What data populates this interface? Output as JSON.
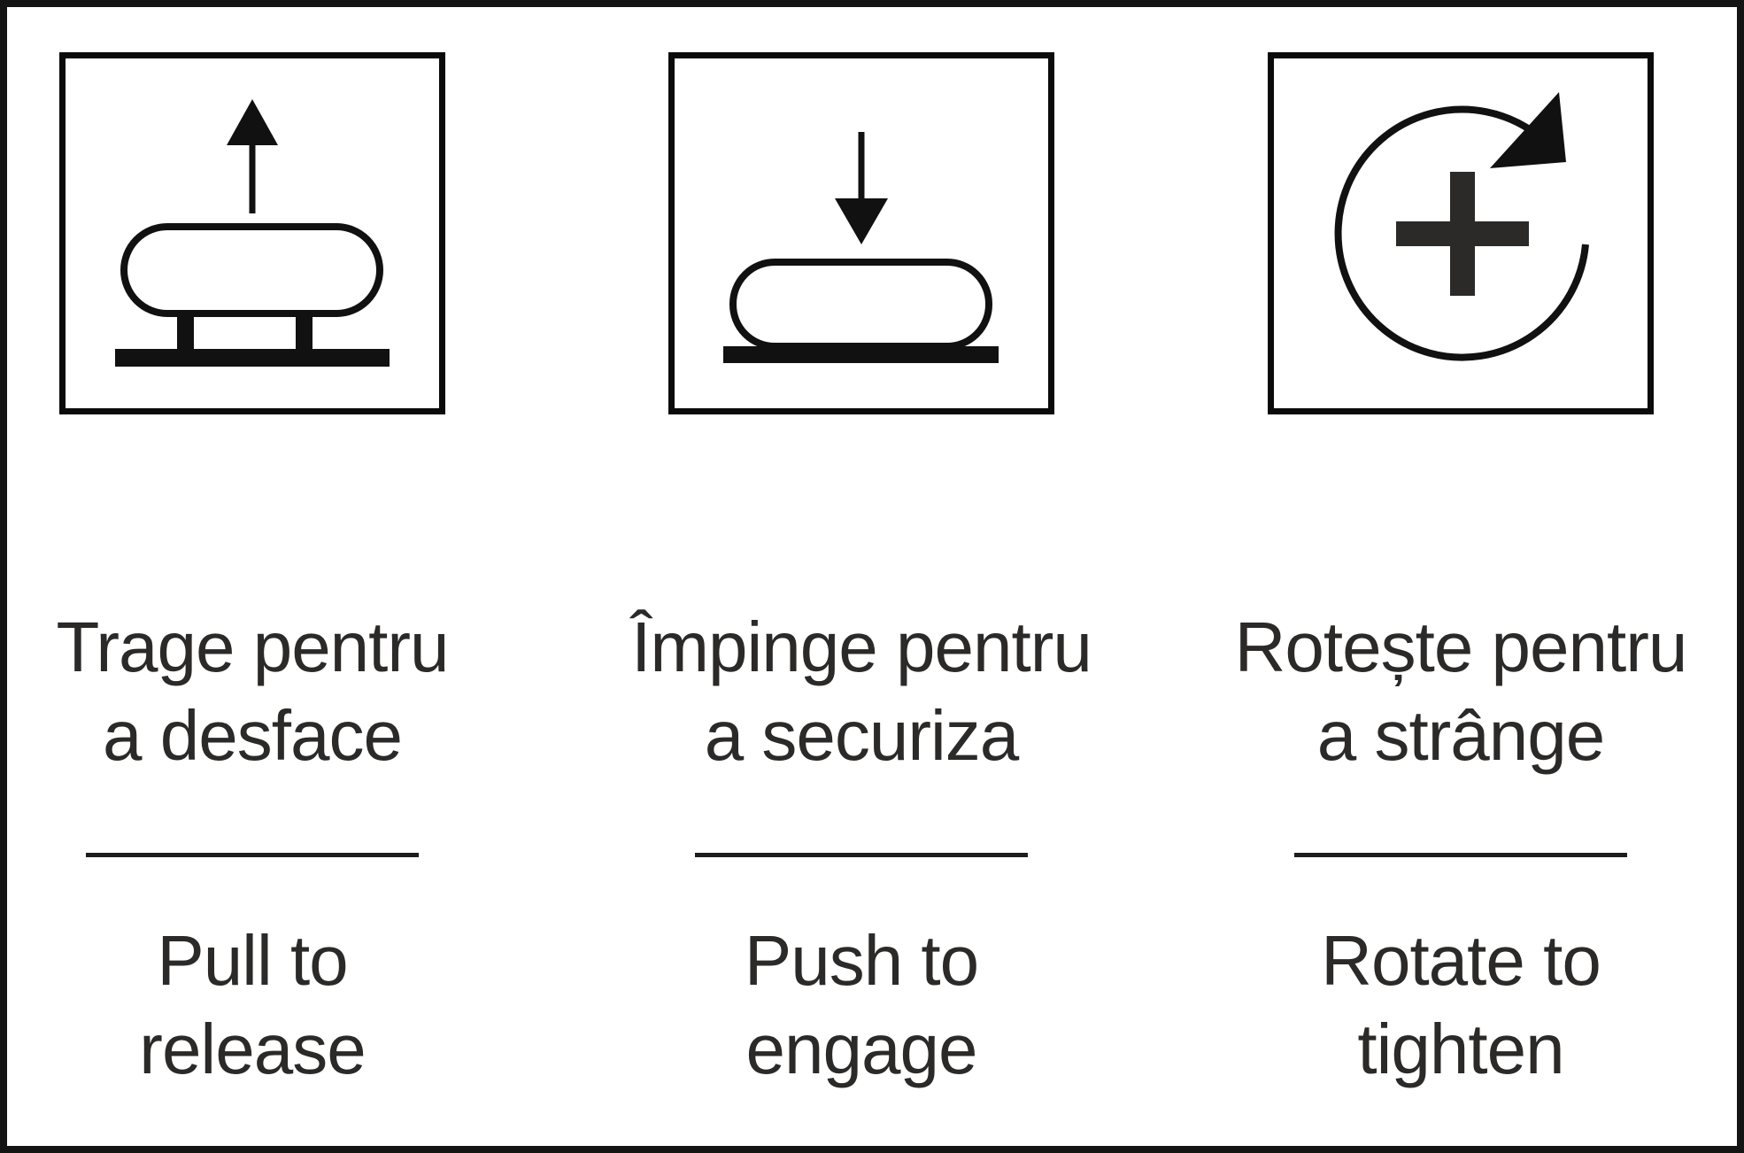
{
  "colors": {
    "background": "#ffffff",
    "frame": "#141414",
    "icon_stroke": "#111111",
    "text": "#2b2a29"
  },
  "panels": [
    {
      "id": "pull-to-release",
      "icon": "pull-up-icon",
      "ro_line1": "Trage pentru",
      "ro_line2": "a desface",
      "en_line1": "Pull to",
      "en_line2": "release"
    },
    {
      "id": "push-to-engage",
      "icon": "push-down-icon",
      "ro_line1": "Împinge pentru",
      "ro_line2": "a securiza",
      "en_line1": "Push to",
      "en_line2": "engage"
    },
    {
      "id": "rotate-to-tighten",
      "icon": "rotate-clockwise-icon",
      "ro_line1": "Rotește pentru",
      "ro_line2": "a strânge",
      "en_line1": "Rotate to",
      "en_line2": "tighten"
    }
  ]
}
